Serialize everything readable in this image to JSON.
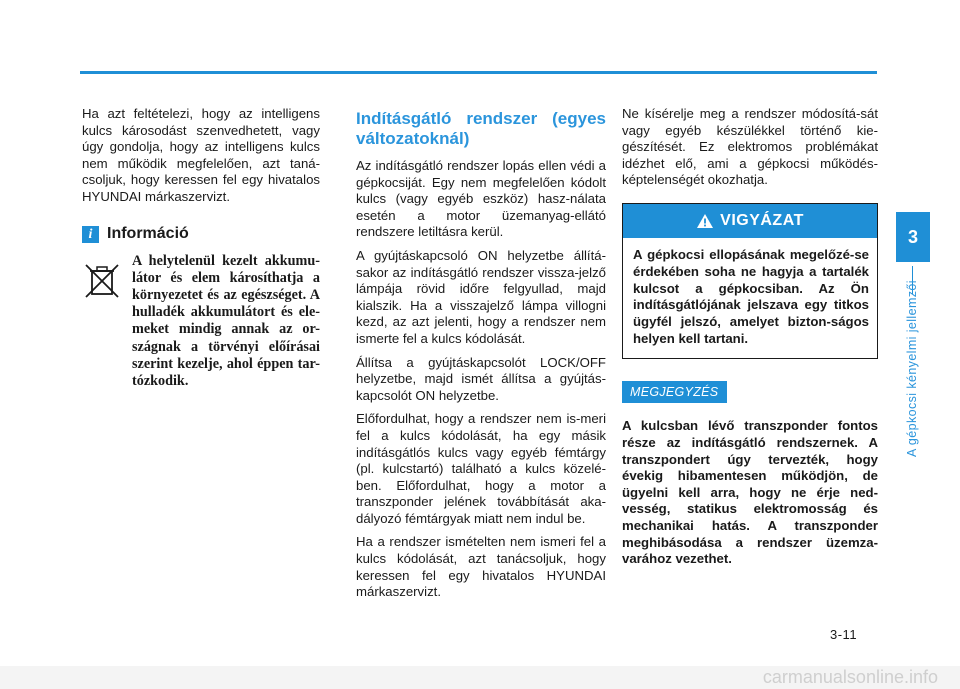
{
  "col1": {
    "intro": "Ha azt feltételezi, hogy az intelligens kulcs károsodást szenvedhetett, vagy úgy gondolja, hogy az intelligens kulcs nem működik megfelelően, azt taná-csoljuk, hogy keressen fel egy hivatalos HYUNDAI márkaszervizt.",
    "info_icon": "i",
    "info_title": "Információ",
    "info_text": "A helytelenül kezelt akkumu-látor és elem károsíthatja a környezetet és az egészséget. A hulladék akkumulátort és ele-meket mindig annak az or-szágnak a törvényi előírásai szerint kezelje, ahol éppen tar-tózkodik."
  },
  "col2": {
    "title": "Indításgátló rendszer (egyes változatoknál)",
    "paragraphs": [
      "Az indításgátló rendszer lopás ellen védi a gépkocsiját. Egy nem megfelelően kódolt kulcs (vagy egyéb eszköz) hasz-nálata esetén a motor üzemanyag-ellátó rendszere letiltásra kerül.",
      "A gyújtáskapcsoló ON helyzetbe állítá-sakor az indításgátló rendszer vissza-jelző lámpája rövid időre felgyullad, majd kialszik. Ha a visszajelző lámpa villogni kezd, az azt jelenti, hogy a rendszer nem ismerte fel a kulcs kódolását.",
      "Állítsa a gyújtáskapcsolót LOCK/OFF helyzetbe, majd ismét állítsa a gyújtás-kapcsolót ON helyzetbe.",
      "Előfordulhat, hogy a rendszer nem is-meri fel a kulcs kódolását, ha egy másik indításgátlós kulcs vagy egyéb fémtárgy (pl. kulcstartó) található a kulcs közelé-ben. Előfordulhat, hogy a motor a transzponder jelének továbbítását aka-dályozó fémtárgyak miatt nem indul be.",
      "Ha a rendszer ismételten nem ismeri fel a kulcs kódolását, azt tanácsoljuk, hogy keressen fel egy hivatalos HYUNDAI márkaszervizt."
    ]
  },
  "col3": {
    "intro": "Ne kísérelje meg a rendszer módosítá-sát vagy egyéb készülékkel történő kie-gészítését. Ez elektromos problémákat idézhet elő, ami a gépkocsi működés-képtelenségét okozhatja.",
    "warning_title": "VIGYÁZAT",
    "warning_text": "A gépkocsi ellopásának megelőzé-se érdekében soha ne hagyja a tartalék kulcsot a gépkocsiban. Az Ön indításgátlójának jelszava egy titkos ügyfél jelszó, amelyet bizton-ságos helyen kell tartani.",
    "note_label": "MEGJEGYZÉS",
    "note_text": "A kulcsban lévő transzponder fontos része az indításgátló rendszernek. A transzpondert úgy tervezték, hogy évekig hibamentesen működjön, de ügyelni kell arra, hogy ne érje ned-vesség, statikus elektromosság és mechanikai hatás. A transzponder meghibásodása a rendszer üzemza-varához vezethet."
  },
  "sidebar": {
    "chapter_number": "3",
    "chapter_title": "A gépkocsi kényelmi jellemzői"
  },
  "footer": {
    "page_number": "3-11",
    "watermark": "carmanualsonline.info"
  },
  "icons": {
    "info": "info-icon",
    "recycle": "crossed-out-bin-icon",
    "warning": "warning-triangle-icon"
  },
  "colors": {
    "accent": "#1f8fd6",
    "title": "#2b95dc"
  }
}
